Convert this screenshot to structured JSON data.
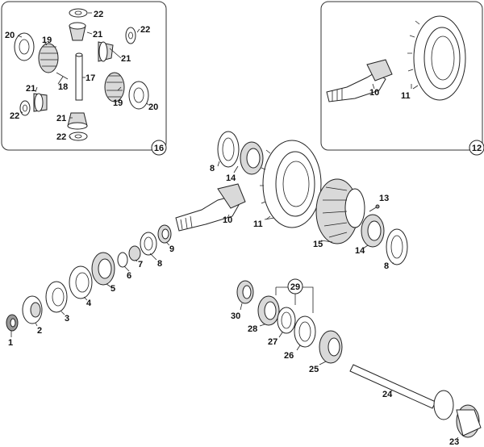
{
  "diagram": {
    "inset_left": {
      "badge": "16"
    },
    "inset_right": {
      "badge": "12"
    },
    "callouts": [
      {
        "id": "c22a",
        "text": "22"
      },
      {
        "id": "c21a",
        "text": "21"
      },
      {
        "id": "c22b",
        "text": "22"
      },
      {
        "id": "c20a",
        "text": "20"
      },
      {
        "id": "c19a",
        "text": "19"
      },
      {
        "id": "c21b",
        "text": "21"
      },
      {
        "id": "c17",
        "text": "17"
      },
      {
        "id": "c18",
        "text": "18"
      },
      {
        "id": "c21c",
        "text": "21"
      },
      {
        "id": "c19b",
        "text": "19"
      },
      {
        "id": "c20b",
        "text": "20"
      },
      {
        "id": "c22c",
        "text": "22"
      },
      {
        "id": "c21d",
        "text": "21"
      },
      {
        "id": "c22d",
        "text": "22"
      },
      {
        "id": "c10a",
        "text": "10"
      },
      {
        "id": "c11a",
        "text": "11"
      },
      {
        "id": "c8a",
        "text": "8"
      },
      {
        "id": "c14a",
        "text": "14"
      },
      {
        "id": "c10b",
        "text": "10"
      },
      {
        "id": "c11b",
        "text": "11"
      },
      {
        "id": "c13",
        "text": "13"
      },
      {
        "id": "c15",
        "text": "15"
      },
      {
        "id": "c14b",
        "text": "14"
      },
      {
        "id": "c8b",
        "text": "8"
      },
      {
        "id": "c9",
        "text": "9"
      },
      {
        "id": "c8c",
        "text": "8"
      },
      {
        "id": "c7",
        "text": "7"
      },
      {
        "id": "c6",
        "text": "6"
      },
      {
        "id": "c5",
        "text": "5"
      },
      {
        "id": "c4",
        "text": "4"
      },
      {
        "id": "c3",
        "text": "3"
      },
      {
        "id": "c2",
        "text": "2"
      },
      {
        "id": "c1",
        "text": "1"
      },
      {
        "id": "c29",
        "text": "29"
      },
      {
        "id": "c30",
        "text": "30"
      },
      {
        "id": "c28",
        "text": "28"
      },
      {
        "id": "c27",
        "text": "27"
      },
      {
        "id": "c26",
        "text": "26"
      },
      {
        "id": "c25",
        "text": "25"
      },
      {
        "id": "c24",
        "text": "24"
      },
      {
        "id": "c23",
        "text": "23"
      }
    ]
  }
}
